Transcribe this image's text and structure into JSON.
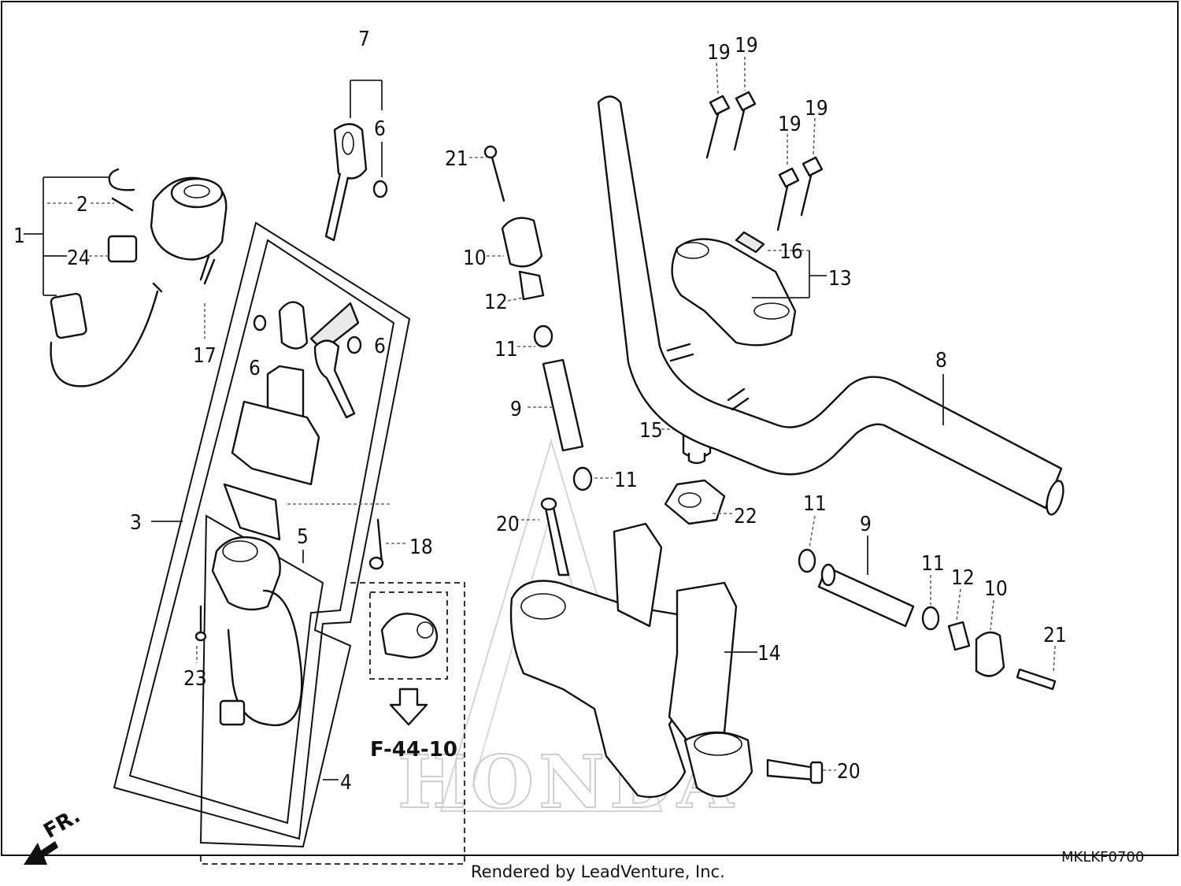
{
  "diagram": {
    "callouts": {
      "c1": "1",
      "c2": "2",
      "c24": "24",
      "c17": "17",
      "c7": "7",
      "c6a": "6",
      "c6b": "6",
      "c6c": "6",
      "c3": "3",
      "c5": "5",
      "c4": "4",
      "c23": "23",
      "c18": "18",
      "c21a": "21",
      "c10a": "10",
      "c12a": "12",
      "c11a": "11",
      "c9a": "9",
      "c11b": "11",
      "c20a": "20",
      "c15": "15",
      "c22": "22",
      "c14": "14",
      "c20b": "20",
      "c19a": "19",
      "c19b": "19",
      "c19c": "19",
      "c19d": "19",
      "c16": "16",
      "c13": "13",
      "c8": "8",
      "c11c": "11",
      "c9b": "9",
      "c11d": "11",
      "c12b": "12",
      "c10b": "10",
      "c21b": "21"
    },
    "reference": "F-44-10",
    "front_label": "FR.",
    "watermark": "HONDA",
    "diagram_code": "MKLKF0700",
    "credit": "Rendered by LeadVenture, Inc."
  }
}
